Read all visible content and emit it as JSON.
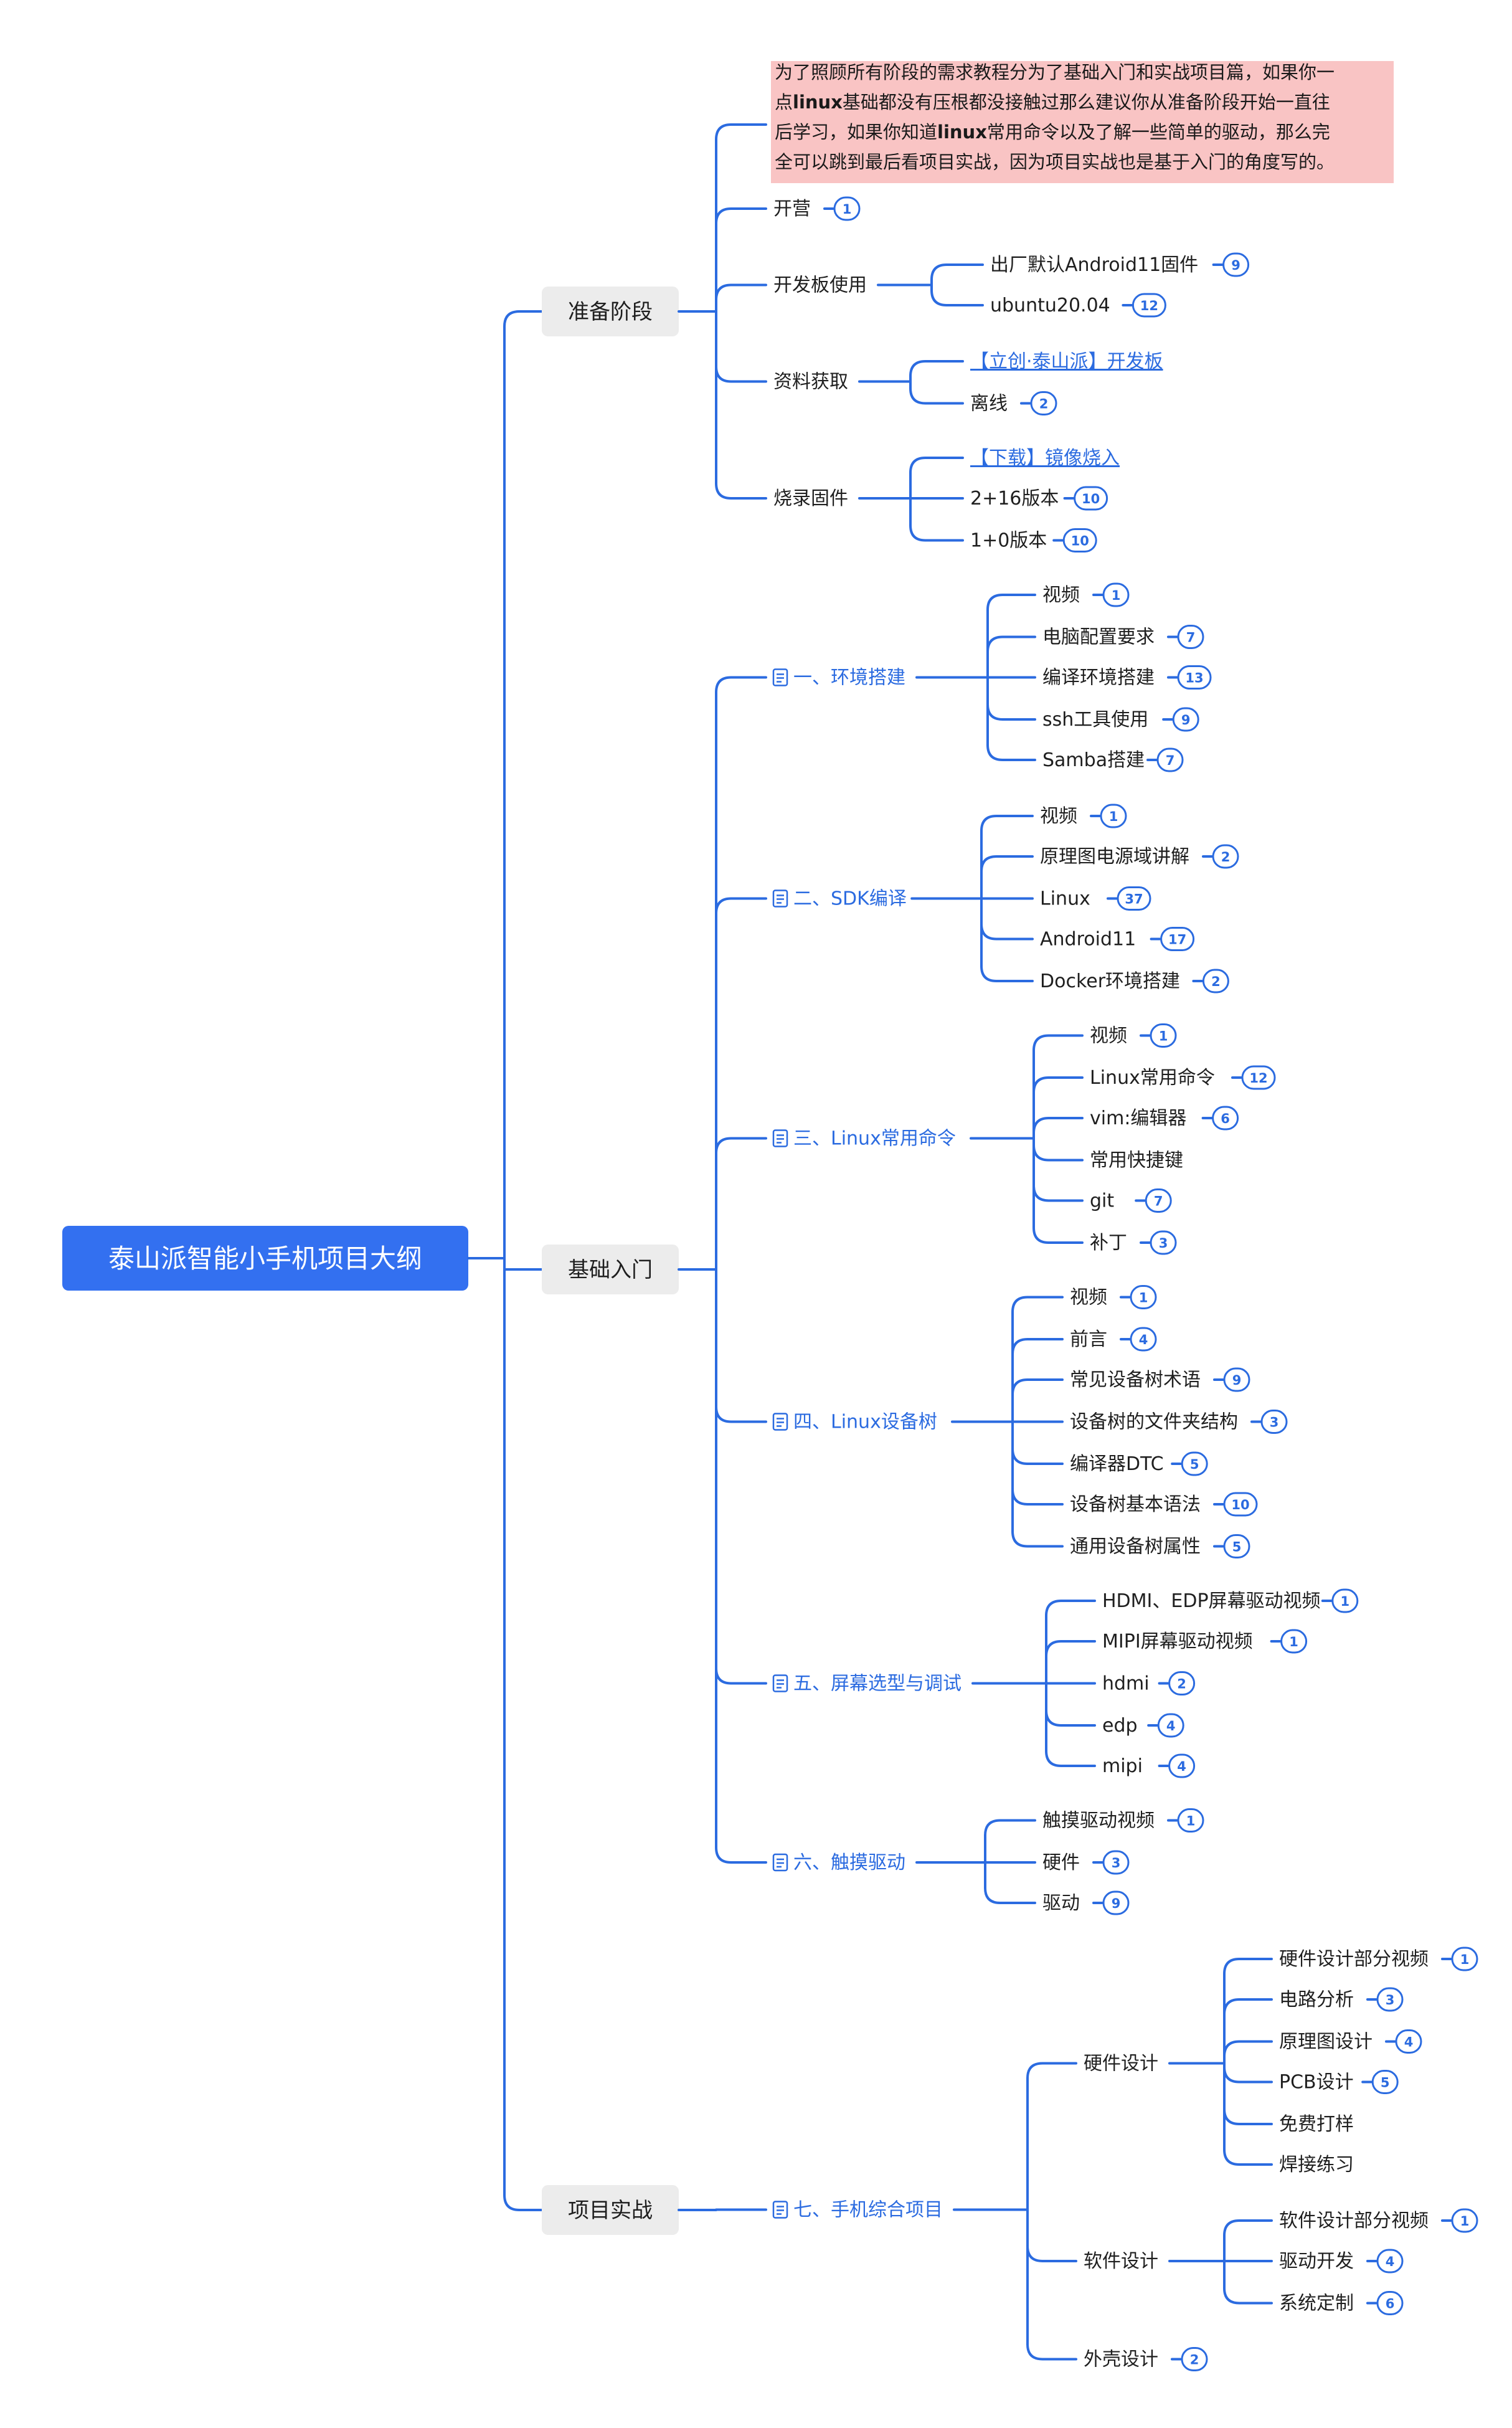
{
  "root": {
    "label": "泰山派智能小手机项目大纲"
  },
  "colors": {
    "accent": "#2b6be0",
    "root_fill": "#3370f0",
    "main_fill": "#ececec",
    "note_fill": "#f9c4c4"
  },
  "branches": [
    {
      "label": "准备阶段",
      "children": [
        {
          "note": true,
          "lines": [
            [
              {
                "t": "为了照顾所有阶段的需求教程分为了基础入门和实战项目篇，如果你一"
              }
            ],
            [
              {
                "t": "点"
              },
              {
                "t": "linux",
                "b": true
              },
              {
                "t": "基础都没有压根都没接触过那么建议你从准备阶段开始一直往"
              }
            ],
            [
              {
                "t": "后学习，如果你知道"
              },
              {
                "t": "linux",
                "b": true
              },
              {
                "t": "常用命令以及了解一些简单的驱动，那么完"
              }
            ],
            [
              {
                "t": "全可以跳到最后看项目实战，因为项目实战也是基于入门的角度写的。"
              }
            ]
          ]
        },
        {
          "label": "开营",
          "count": 1
        },
        {
          "label": "开发板使用",
          "children": [
            {
              "label": "出厂默认Android11固件",
              "count": 9
            },
            {
              "label": "ubuntu20.04",
              "count": 12
            }
          ]
        },
        {
          "label": "资料获取",
          "children": [
            {
              "label": "【立创·泰山派】开发板",
              "link": true
            },
            {
              "label": "离线",
              "count": 2
            }
          ]
        },
        {
          "label": "烧录固件",
          "children": [
            {
              "label": "【下载】镜像烧入",
              "link": true
            },
            {
              "label": "2+16版本",
              "count": 10
            },
            {
              "label": "1+0版本",
              "count": 10
            }
          ]
        }
      ]
    },
    {
      "label": "基础入门",
      "children": [
        {
          "label": "一、环境搭建",
          "chapter": true,
          "children": [
            {
              "label": "视频",
              "count": 1
            },
            {
              "label": "电脑配置要求",
              "count": 7
            },
            {
              "label": "编译环境搭建",
              "count": 13
            },
            {
              "label": "ssh工具使用",
              "count": 9
            },
            {
              "label": "Samba搭建",
              "count": 7
            }
          ]
        },
        {
          "label": "二、SDK编译",
          "chapter": true,
          "children": [
            {
              "label": "视频",
              "count": 1
            },
            {
              "label": "原理图电源域讲解",
              "count": 2
            },
            {
              "label": "Linux",
              "count": 37
            },
            {
              "label": "Android11",
              "count": 17
            },
            {
              "label": "Docker环境搭建",
              "count": 2
            }
          ]
        },
        {
          "label": "三、Linux常用命令",
          "chapter": true,
          "children": [
            {
              "label": "视频",
              "count": 1
            },
            {
              "label": "Linux常用命令",
              "count": 12
            },
            {
              "label": "vim:编辑器",
              "count": 6
            },
            {
              "label": "常用快捷键"
            },
            {
              "label": "git",
              "count": 7
            },
            {
              "label": "补丁",
              "count": 3
            }
          ]
        },
        {
          "label": "四、Linux设备树",
          "chapter": true,
          "children": [
            {
              "label": "视频",
              "count": 1
            },
            {
              "label": "前言",
              "count": 4
            },
            {
              "label": "常见设备树术语",
              "count": 9
            },
            {
              "label": "设备树的文件夹结构",
              "count": 3
            },
            {
              "label": "编译器DTC",
              "count": 5
            },
            {
              "label": "设备树基本语法",
              "count": 10
            },
            {
              "label": "通用设备树属性",
              "count": 5
            }
          ]
        },
        {
          "label": "五、屏幕选型与调试",
          "chapter": true,
          "children": [
            {
              "label": "HDMI、EDP屏幕驱动视频",
              "count": 1
            },
            {
              "label": "MIPI屏幕驱动视频",
              "count": 1
            },
            {
              "label": "hdmi",
              "count": 2
            },
            {
              "label": "edp",
              "count": 4
            },
            {
              "label": "mipi",
              "count": 4
            }
          ]
        },
        {
          "label": "六、触摸驱动",
          "chapter": true,
          "children": [
            {
              "label": "触摸驱动视频",
              "count": 1
            },
            {
              "label": "硬件",
              "count": 3
            },
            {
              "label": "驱动",
              "count": 9
            }
          ]
        }
      ]
    },
    {
      "label": "项目实战",
      "children": [
        {
          "label": "七、手机综合项目",
          "chapter": true,
          "children": [
            {
              "label": "硬件设计",
              "children": [
                {
                  "label": "硬件设计部分视频",
                  "count": 1
                },
                {
                  "label": "电路分析",
                  "count": 3
                },
                {
                  "label": "原理图设计",
                  "count": 4
                },
                {
                  "label": "PCB设计",
                  "count": 5
                },
                {
                  "label": "免费打样"
                },
                {
                  "label": "焊接练习"
                }
              ]
            },
            {
              "label": "软件设计",
              "children": [
                {
                  "label": "软件设计部分视频",
                  "count": 1
                },
                {
                  "label": "驱动开发",
                  "count": 4
                },
                {
                  "label": "系统定制",
                  "count": 6
                }
              ]
            },
            {
              "label": "外壳设计",
              "count": 2
            }
          ]
        }
      ]
    }
  ]
}
